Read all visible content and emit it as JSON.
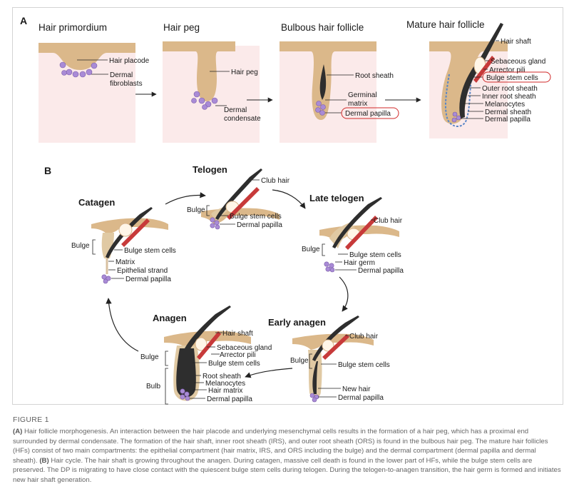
{
  "panel_a": {
    "letter": "A",
    "stages": {
      "primordium": {
        "title": "Hair primordium",
        "placode": "Hair placode",
        "dermal1": "Dermal",
        "dermal2": "fibroblasts"
      },
      "peg": {
        "title": "Hair peg",
        "peg": "Hair peg",
        "cond1": "Dermal",
        "cond2": "condensate"
      },
      "bulbous": {
        "title": "Bulbous hair follicle",
        "sheath": "Root sheath",
        "matrix1": "Germinal",
        "matrix2": "matrix",
        "papilla": "Dermal papilla"
      },
      "mature": {
        "title": "Mature hair follicle",
        "shaft": "Hair shaft",
        "gland": "Sebaceous gland",
        "arrector": "Arrector pili",
        "bulge": "Bulge stem cells",
        "ors": "Outer root sheath",
        "irs": "Inner root sheath",
        "melano": "Melanocytes",
        "dsheath": "Dermal sheath",
        "papilla": "Dermal papilla"
      }
    }
  },
  "panel_b": {
    "letter": "B",
    "telogen": {
      "title": "Telogen",
      "club": "Club hair",
      "bulge": "Bulge",
      "stem": "Bulge stem cells",
      "papilla": "Dermal papilla"
    },
    "late_telogen": {
      "title": "Late telogen",
      "club": "Club hair",
      "bulge": "Bulge",
      "stem": "Bulge stem cells",
      "germ": "Hair germ",
      "papilla": "Dermal papilla"
    },
    "early_anagen": {
      "title": "Early anagen",
      "club": "Club hair",
      "bulge": "Bulge",
      "stem": "Bulge stem cells",
      "newhair": "New hair",
      "papilla": "Dermal papilla"
    },
    "anagen": {
      "title": "Anagen",
      "shaft": "Hair shaft",
      "gland": "Sebaceous gland",
      "arrector": "Arrector pili",
      "bulge": "Bulge",
      "stem": "Bulge stem cells",
      "bulb": "Bulb",
      "sheath": "Root sheath",
      "melano": "Melanocytes",
      "matrix": "Hair matrix",
      "papilla": "Dermal papilla"
    },
    "catagen": {
      "title": "Catagen",
      "bulge": "Bulge",
      "stem": "Bulge stem cells",
      "matrix": "Matrix",
      "strand": "Epithelial strand",
      "papilla": "Dermal papilla"
    }
  },
  "caption": {
    "figure_label": "FIGURE 1",
    "a_tag": "(A)",
    "a_text": " Hair follicle morphogenesis. An interaction between the hair placode and underlying mesenchymal cells results in the formation of a hair peg, which has a proximal end surrounded by dermal condensate. The formation of the hair shaft, inner root sheath (IRS), and outer root sheath (ORS) is found in the bulbous hair peg. The mature hair follicles (HFs) consist of two main compartments: the epithelial compartment (hair matrix, IRS, and ORS including the bulge) and the dermal compartment (dermal papilla and dermal sheath). ",
    "b_tag": "(B)",
    "b_text": " Hair cycle. The hair shaft is growing throughout the anagen. During catagen, massive cell death is found in the lower part of HFs, while the bulge stem cells are preserved. The DP is migrating to have close contact with the quiescent bulge stem cells during telogen. During the telogen-to-anagen transition, the hair germ is formed and initiates new hair shaft generation."
  }
}
